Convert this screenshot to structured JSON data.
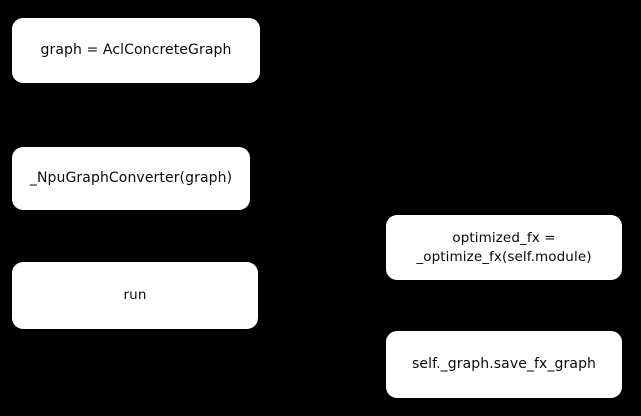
{
  "diagram": {
    "type": "flow-diagram",
    "background_color": "#000000",
    "node_fill_color": "#ffffff",
    "node_text_color": "#0a0a0a",
    "nodes": [
      {
        "id": "acl-concrete-graph",
        "label": "graph = AclConcreteGraph",
        "column": "left",
        "order": 1
      },
      {
        "id": "npu-graph-converter",
        "label": "_NpuGraphConverter(graph)",
        "column": "left",
        "order": 2
      },
      {
        "id": "run",
        "label": "run",
        "column": "left",
        "order": 3
      },
      {
        "id": "optimized-fx",
        "label": "optimized_fx =\n_optimize_fx(self.module)",
        "column": "right",
        "order": 1
      },
      {
        "id": "save-fx-graph",
        "label": "self._graph.save_fx_graph",
        "column": "right",
        "order": 2
      }
    ]
  }
}
